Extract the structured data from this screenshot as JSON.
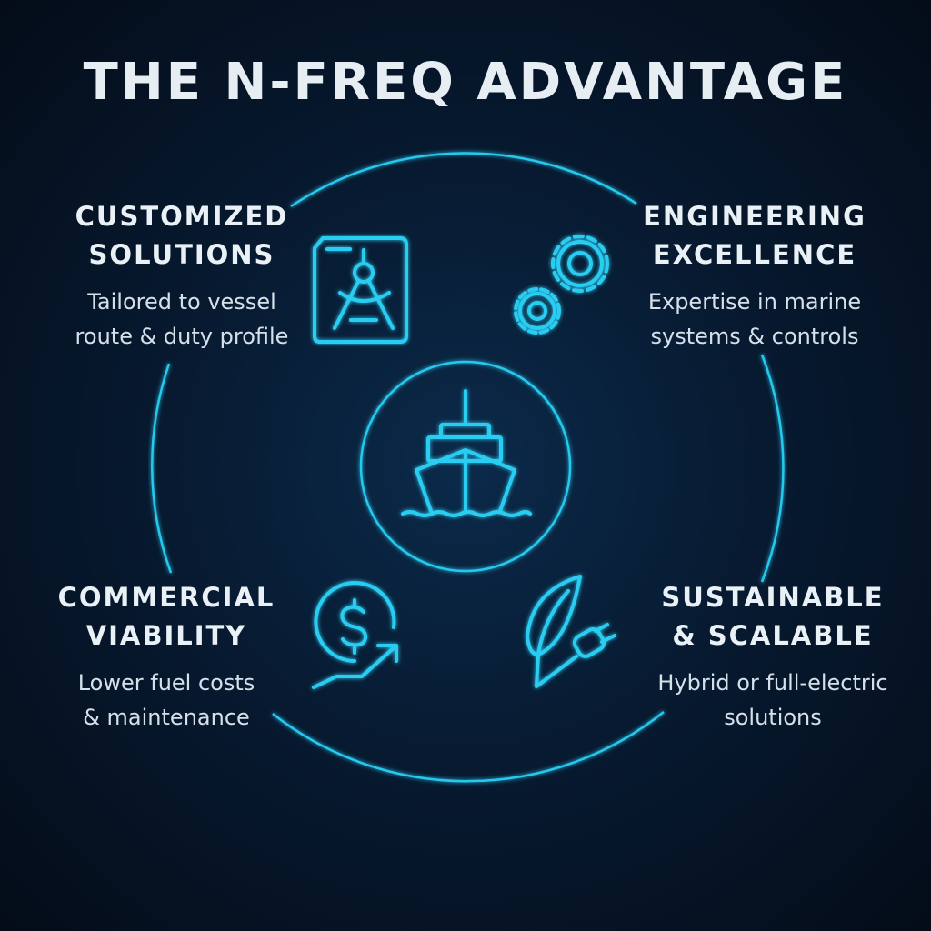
{
  "title": "THE N-FREQ ADVANTAGE",
  "quadrants": [
    {
      "heading": [
        "CUSTOMIZED",
        "SOLUTIONS"
      ],
      "body": [
        "Tailored to vessel",
        "route & duty profile"
      ],
      "icon": "drafting-compass-icon"
    },
    {
      "heading": [
        "ENGINEERING",
        "EXCELLENCE"
      ],
      "body": [
        "Expertise in marine",
        "systems & controls"
      ],
      "icon": "gears-icon"
    },
    {
      "heading": [
        "COMMERCIAL",
        "VIABILITY"
      ],
      "body": [
        "Lower fuel costs",
        "& maintenance"
      ],
      "icon": "dollar-growth-icon"
    },
    {
      "heading": [
        "SUSTAINABLE",
        "& SCALABLE"
      ],
      "body": [
        "Hybrid or full-electric",
        "solutions"
      ],
      "icon": "leaf-plug-icon"
    }
  ],
  "center_icon": "ship-icon",
  "colors": {
    "accent": "#27c8ee",
    "background": "#071a31",
    "text": "#e9f1f7"
  }
}
